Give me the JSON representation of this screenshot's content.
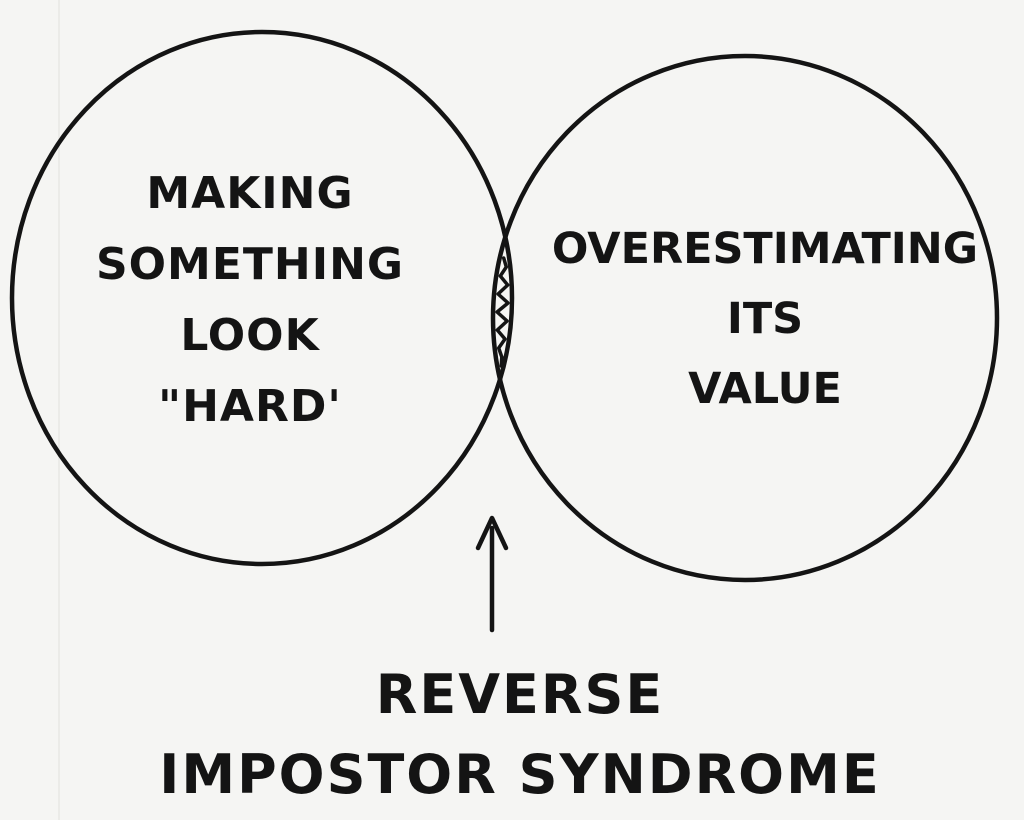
{
  "diagram": {
    "left_circle": {
      "lines": [
        "MAKING",
        "SOMETHING",
        "LOOK",
        "\"HARD'"
      ]
    },
    "right_circle": {
      "lines": [
        "OVERESTIMATING",
        "ITS",
        "VALUE"
      ]
    },
    "intersection": {
      "pattern": "zigzag-scribble"
    },
    "arrow": {
      "direction": "up",
      "icon": "up-arrow-icon"
    },
    "caption": {
      "lines": [
        "REVERSE",
        "IMPOSTOR SYNDROME"
      ]
    },
    "colors": {
      "ink": "#141414",
      "paper": "#f5f5f3"
    }
  }
}
